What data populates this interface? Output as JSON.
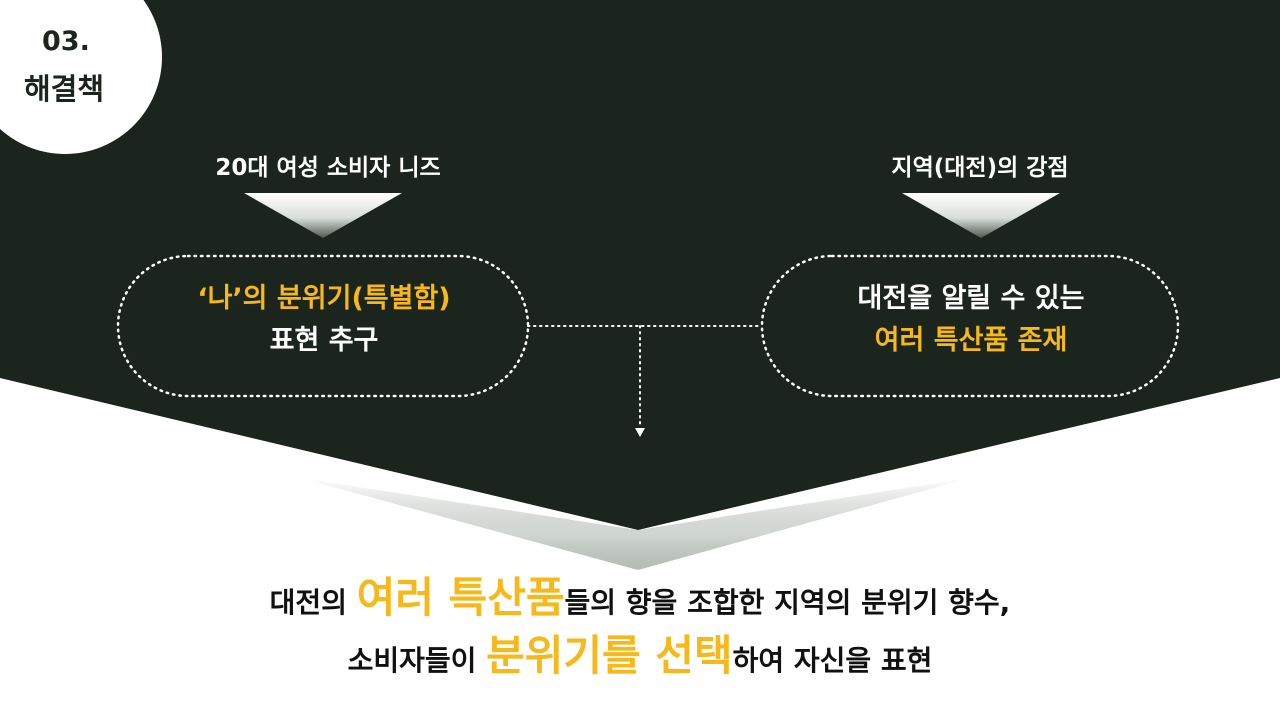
{
  "badge": {
    "number": "03.",
    "title": "해결책"
  },
  "left": {
    "heading": "20대 여성 소비자 니즈",
    "line1": "‘나’의 분위기(특별함)",
    "line2": "표현 추구"
  },
  "right": {
    "heading": "지역(대전)의 강점",
    "line1": "대전을 알릴 수 있는",
    "line2": "여러 특산품 존재"
  },
  "conclusion": {
    "l1_a": "대전의 ",
    "l1_b": "여러 특산품",
    "l1_c": "들의 향을 조합한 지역의 분위기 향수,",
    "l2_a": "소비자들이 ",
    "l2_b": "분위기를 선택",
    "l2_c": "하여 자신을 표현"
  },
  "colors": {
    "dark_green": "#1b241d",
    "accent_yellow": "#f6b81a",
    "white": "#ffffff"
  }
}
